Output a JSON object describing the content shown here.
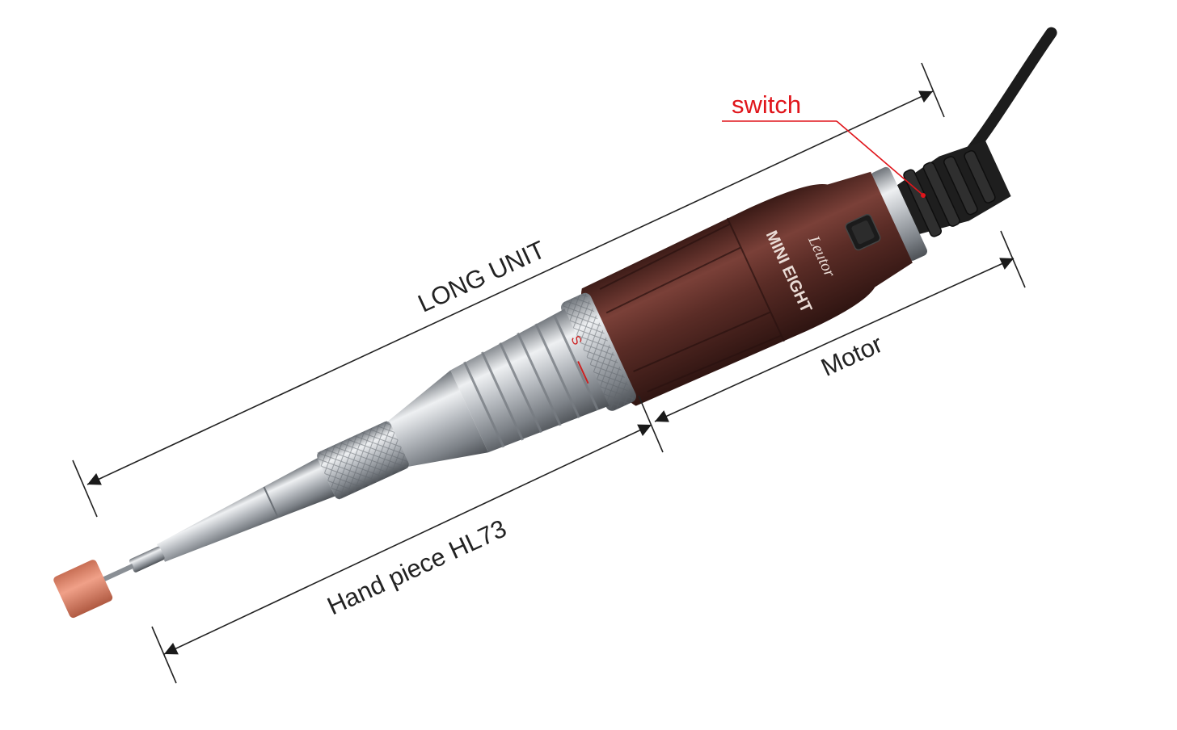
{
  "labels": {
    "long_unit": "LONG UNIT",
    "motor": "Motor",
    "hand_piece": "Hand piece HL73",
    "switch": "switch"
  },
  "device": {
    "brand_logo": "Leutor",
    "model_text": "MINI EIGHT"
  },
  "colors": {
    "callout": "#e0151b",
    "dimension_line": "#222222",
    "motor_body": "#5a2c26",
    "chrome": "#c9ccd0",
    "cable": "#1c1c1c",
    "bit": "#e08a6e"
  }
}
